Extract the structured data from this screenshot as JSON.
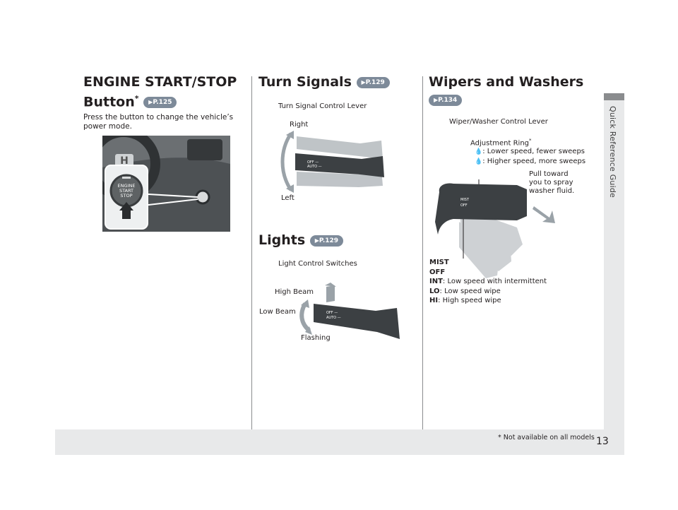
{
  "page_number": "13",
  "side_tab": "Quick Reference Guide",
  "footnote": "* Not available on all models",
  "engine": {
    "title_line1": "ENGINE START/STOP",
    "title_line2": "Button",
    "asterisk": "*",
    "ref": "P.125",
    "description": "Press the button to change the vehicle’s power mode.",
    "button_text": [
      "ENGINE",
      "START",
      "STOP"
    ]
  },
  "turn_signals": {
    "title": "Turn Signals",
    "ref": "P.129",
    "lever_label": "Turn Signal Control Lever",
    "right_label": "Right",
    "left_label": "Left"
  },
  "lights": {
    "title": "Lights",
    "ref": "P.129",
    "switch_label": "Light Control Switches",
    "high_beam": "High Beam",
    "low_beam": "Low Beam",
    "flashing": "Flashing"
  },
  "wipers": {
    "title": "Wipers and Washers",
    "ref": "P.134",
    "lever_label": "Wiper/Washer Control Lever",
    "adjust_ring": "Adjustment Ring",
    "adjust_asterisk": "*",
    "lower_speed": ": Lower speed, fewer sweeps",
    "higher_speed": ": Higher speed, more sweeps",
    "pull_toward": [
      "Pull toward",
      "you to spray",
      "washer fluid."
    ],
    "modes": [
      {
        "key": "MIST",
        "desc": ""
      },
      {
        "key": "OFF",
        "desc": ""
      },
      {
        "key": "INT",
        "desc": ": Low speed with intermittent"
      },
      {
        "key": "LO",
        "desc": ": Low speed wipe"
      },
      {
        "key": "HI",
        "desc": ": High speed wipe"
      }
    ]
  },
  "colors": {
    "ref_badge": "#7d8a99",
    "panel": "#e8e9ea",
    "text": "#231f20"
  }
}
